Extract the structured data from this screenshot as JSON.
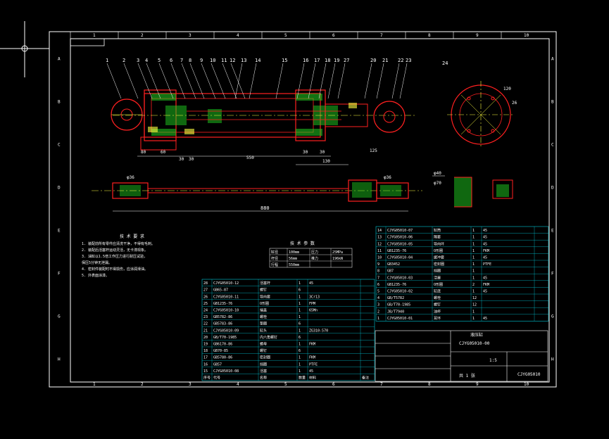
{
  "drawing": {
    "background": "#000000",
    "colors": {
      "frame": "#ffffff",
      "part": "#ff2020",
      "hatch": "#20d020",
      "dimension": "#ffffff",
      "table": "#00c8d8",
      "text": "#ffffff",
      "accent": "#ffff40"
    },
    "top_ruler": [
      "1",
      "2",
      "3",
      "4",
      "5",
      "6",
      "7",
      "8",
      "9",
      "10"
    ],
    "side_ruler": [
      "A",
      "B",
      "C",
      "D",
      "E",
      "F",
      "G",
      "H"
    ],
    "balloons_main": [
      "1",
      "2",
      "3",
      "4",
      "5",
      "6",
      "7",
      "8",
      "9",
      "10",
      "11",
      "12",
      "13",
      "14",
      "15",
      "16",
      "17",
      "18",
      "19",
      "27",
      "20",
      "21",
      "22",
      "23"
    ],
    "balloon_side": "24",
    "dims_main_bottom": [
      "80",
      "60",
      "30",
      "30",
      "550",
      "30",
      "30",
      "125",
      "130"
    ],
    "dim_rod_overall": "880",
    "dim_rod_left": "φ36",
    "dim_rod_right": "φ36",
    "side_view_labels": [
      "120",
      "26"
    ],
    "section_labels": [
      "φ40",
      "φ70"
    ],
    "tech_requirements_title": "技 术 要 求",
    "tech_requirements": [
      "1. 装配前所有零件应清洗干净，不得有毛刺。",
      "2. 装配后活塞杆运动灵活，无卡滞现象。",
      "3. 油缸以1.5倍工作压力进行耐压试验，",
      "   保压5分钟无泄漏。",
      "4. 密封件装配时不得损伤，应涂润滑油。",
      "5. 外表面涂漆。"
    ],
    "params_title": "技 术 参 数",
    "params": [
      [
        "缸径",
        "100mm",
        "压力",
        "25MPa"
      ],
      [
        "杆径",
        "56mm",
        "推力",
        "196kN"
      ],
      [
        "行程",
        "550mm",
        "",
        ""
      ]
    ],
    "bom_left": [
      [
        "28",
        "CJYG05010-12",
        "活塞杆",
        "1",
        "45"
      ],
      [
        "27",
        "GB65-87",
        "螺钉",
        "6",
        ""
      ],
      [
        "26",
        "CJYG05010-11",
        "导向套",
        "1",
        "3Cr13"
      ],
      [
        "25",
        "GB1235-76",
        "O形圈",
        "1",
        "FPM"
      ],
      [
        "24",
        "CJYG05010-10",
        "端盖",
        "1",
        "65Mn"
      ],
      [
        "23",
        "GB5782-86",
        "螺栓",
        "1",
        ""
      ],
      [
        "22",
        "GB5783-86",
        "垫圈",
        "6",
        ""
      ],
      [
        "21",
        "CJYG05010-09",
        "缸头",
        "1",
        "ZG310-570"
      ],
      [
        "20",
        "GB/T70-1985",
        "内六角螺钉",
        "6",
        ""
      ],
      [
        "19",
        "GB6170-86",
        "螺母",
        "1",
        "FKM"
      ],
      [
        "18",
        "GB70-85",
        "螺钉",
        "6",
        ""
      ],
      [
        "17",
        "GB5780-86",
        "密封圈",
        "1",
        "FKM"
      ],
      [
        "16",
        "GB57",
        "挡圈",
        "1",
        "PTFE"
      ],
      [
        "15",
        "CJYG05010-08",
        "活塞",
        "1",
        "45"
      ]
    ],
    "bom_left_header": [
      "序号",
      "代号",
      "名称",
      "数量",
      "材料",
      "备注"
    ],
    "bom_right": [
      [
        "14",
        "CJYG05010-07",
        "缸筒",
        "1",
        "45"
      ],
      [
        "13",
        "CJYG05010-06",
        "隔套",
        "1",
        "45"
      ],
      [
        "12",
        "CJYG05010-05",
        "导向环",
        "1",
        "45"
      ],
      [
        "11",
        "GB1235-76",
        "O形圈",
        "1",
        "FKM"
      ],
      [
        "10",
        "CJYG05010-04",
        "缓冲套",
        "1",
        "45"
      ],
      [
        "9",
        "GB3452",
        "密封圈",
        "1",
        "PTFE"
      ],
      [
        "8",
        "GB7",
        "挡圈",
        "1",
        ""
      ],
      [
        "7",
        "CJYG05010-03",
        "活塞",
        "1",
        "45"
      ],
      [
        "6",
        "GB1235-76",
        "O形圈",
        "2",
        "FKM"
      ],
      [
        "5",
        "CJYG05010-02",
        "缸底",
        "1",
        "45"
      ],
      [
        "4",
        "GB/T5782",
        "螺栓",
        "12",
        ""
      ],
      [
        "3",
        "GB/T70-1985",
        "螺钉",
        "12",
        ""
      ],
      [
        "2",
        "JB/T7940",
        "油杯",
        "1",
        ""
      ],
      [
        "1",
        "CJYG05010-01",
        "耳环",
        "1",
        "45"
      ]
    ],
    "title_block": {
      "company": "液压缸",
      "drawing_name": "CJYG05010-00",
      "scale": "1:5",
      "sheet": "共 1 张",
      "code": "CJYG05010"
    }
  }
}
